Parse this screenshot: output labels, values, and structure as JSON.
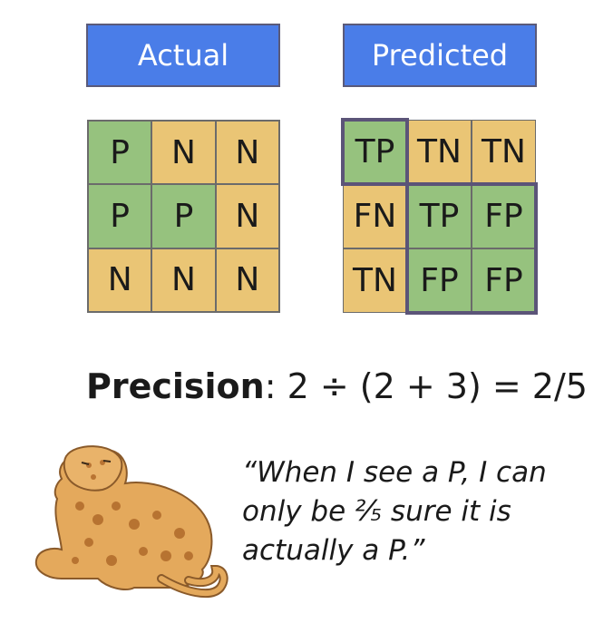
{
  "headers": {
    "actual": "Actual",
    "predicted": "Predicted"
  },
  "actual_grid": [
    [
      "P",
      "N",
      "N"
    ],
    [
      "P",
      "P",
      "N"
    ],
    [
      "N",
      "N",
      "N"
    ]
  ],
  "predicted_grid": [
    [
      "TP",
      "TN",
      "TN"
    ],
    [
      "FN",
      "TP",
      "FP"
    ],
    [
      "TN",
      "FP",
      "FP"
    ]
  ],
  "precision": {
    "label": "Precision",
    "formula": ": 2 ÷ (2 + 3) = 2/5"
  },
  "quote": "“When I see a P, I can only be ⅖ sure it is actually a P.”",
  "colors": {
    "positive": "#96c27e",
    "negative": "#eac575",
    "header": "#4a7de8",
    "highlight": "#5b5478"
  },
  "illustration": "leopard-illustration"
}
